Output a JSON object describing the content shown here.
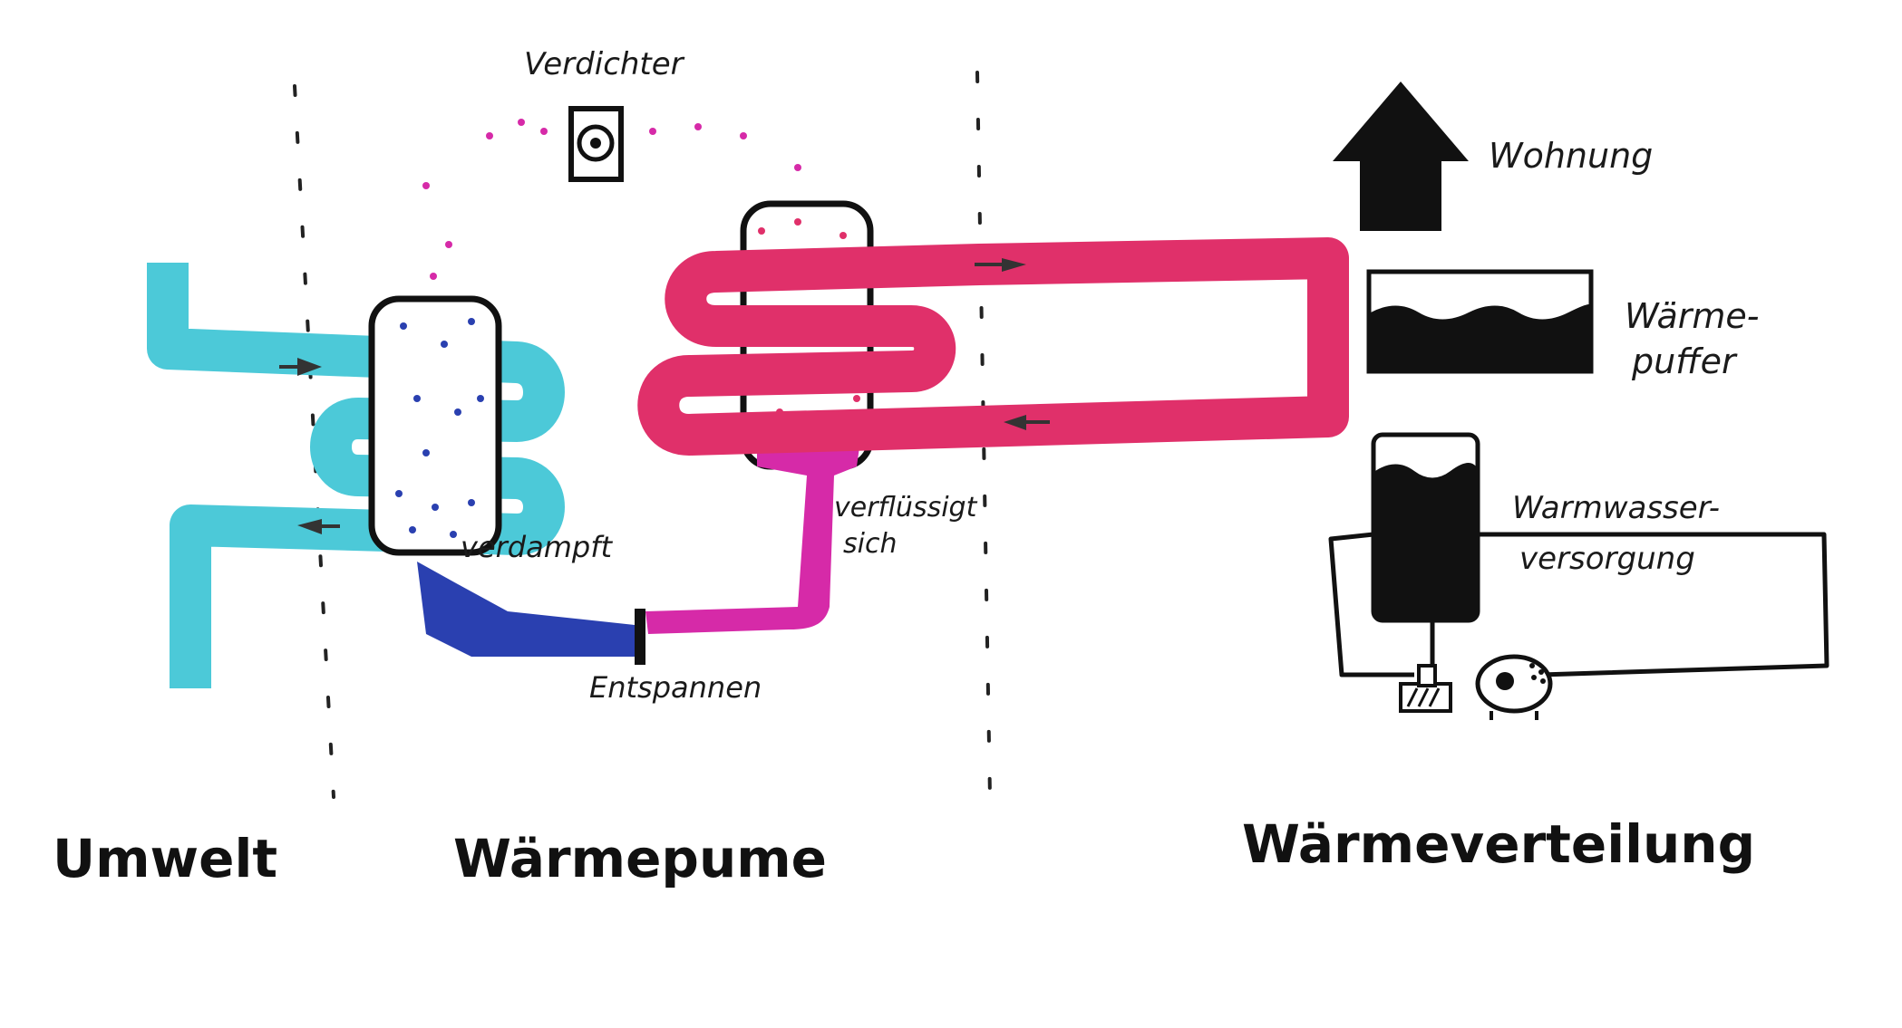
{
  "colors": {
    "water_cold": "#4cc9d8",
    "heating_red": "#e0306a",
    "cold_refrigerant": "#2a40b0",
    "hot_refrigerant": "#d62aa8",
    "ink": "#111111"
  },
  "labels": {
    "compressor": "Verdichter",
    "evaporates": "verdampft",
    "condenses_line1": "verflüssigt",
    "condenses_line2": "sich",
    "expansion": "Entspannen",
    "apartment": "Wohnung",
    "buffer_line1": "Wärme-",
    "buffer_line2": "puffer",
    "hot_water_line1": "Warmwasser-",
    "hot_water_line2": "versorgung"
  },
  "sections": {
    "environment": "Umwelt",
    "heat_pump": "Wärmepume",
    "heat_distribution": "Wärmeverteilung"
  },
  "icons": {
    "compressor": "compressor-icon",
    "house": "house-arrow-icon",
    "buffer": "buffer-tank-icon",
    "hot_water": "hot-water-tank-icon",
    "pump": "pump-icon",
    "boiler": "boiler-icon"
  }
}
